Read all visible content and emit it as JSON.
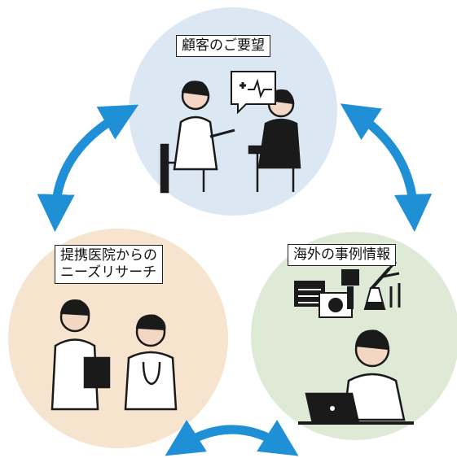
{
  "nodes": {
    "customer": {
      "label": "顧客のご要望",
      "fill": "#dce7f4"
    },
    "research": {
      "line1": "提携医院からの",
      "line2": "ニーズリサーチ",
      "fill": "#f6e4cf"
    },
    "overseas": {
      "label": "海外の事例情報",
      "fill": "#dfead6"
    }
  },
  "colors": {
    "arrow": "#1f8fd6",
    "ink": "#1a1a1a"
  },
  "icons": [
    "consultation-icon",
    "medical-chat-bubble-icon",
    "doctors-icon",
    "lab-equipment-icon",
    "researcher-laptop-icon"
  ]
}
